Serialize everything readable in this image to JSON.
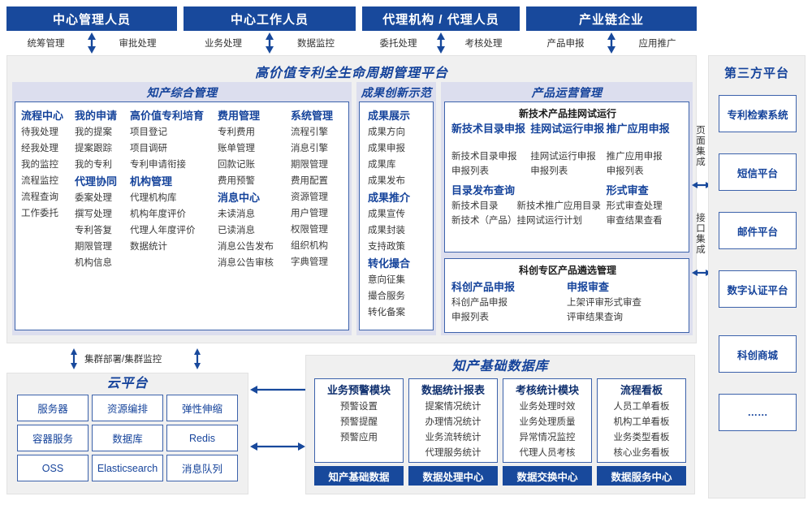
{
  "roles": [
    {
      "title": "中心管理人员",
      "sub_left": "统筹管理",
      "sub_right": "审批处理"
    },
    {
      "title": "中心工作人员",
      "sub_left": "业务处理",
      "sub_right": "数据监控"
    },
    {
      "title": "代理机构 / 代理人员",
      "sub_left": "委托处理",
      "sub_right": "考核处理"
    },
    {
      "title": "产业链企业",
      "sub_left": "产品申报",
      "sub_right": "应用推广"
    }
  ],
  "platform": {
    "title": "高价值专利全生命周期管理平台",
    "sections": {
      "ip": {
        "title": "知产综合管理",
        "columns": [
          {
            "groups": [
              {
                "cat": "流程中心",
                "items": [
                  "待我处理",
                  "经我处理",
                  "我的监控",
                  "流程监控",
                  "流程查询",
                  "工作委托"
                ]
              }
            ]
          },
          {
            "groups": [
              {
                "cat": "我的申请",
                "items": [
                  "我的提案",
                  "提案跟踪",
                  "我的专利"
                ]
              },
              {
                "cat": "代理协同",
                "items": [
                  "委案处理",
                  "撰写处理",
                  "专利答复",
                  "期限管理",
                  "机构信息"
                ]
              }
            ]
          },
          {
            "groups": [
              {
                "cat": "高价值专利培育",
                "items": [
                  "项目登记",
                  "项目调研",
                  "专利申请衔接"
                ]
              },
              {
                "cat": "机构管理",
                "items": [
                  "代理机构库",
                  "机构年度评价",
                  "代理人年度评价",
                  "数据统计"
                ]
              }
            ]
          },
          {
            "groups": [
              {
                "cat": "费用管理",
                "items": [
                  "专利费用",
                  "账单管理",
                  "回款记账",
                  "费用预警"
                ]
              },
              {
                "cat": "消息中心",
                "items": [
                  "未读消息",
                  "已读消息",
                  "消息公告发布",
                  "消息公告审核"
                ]
              }
            ]
          },
          {
            "groups": [
              {
                "cat": "系统管理",
                "items": [
                  "流程引擎",
                  "消息引擎",
                  "期限管理",
                  "费用配置",
                  "资源管理",
                  "用户管理",
                  "权限管理",
                  "组织机构",
                  "字典管理"
                ]
              }
            ]
          }
        ]
      },
      "achievement": {
        "title": "成果创新示范",
        "groups": [
          {
            "cat": "成果展示",
            "items": [
              "成果方向",
              "成果申报",
              "成果库",
              "成果发布"
            ]
          },
          {
            "cat": "成果推介",
            "items": [
              "成果宣传",
              "成果封装",
              "支持政策"
            ]
          },
          {
            "cat": "转化撮合",
            "items": [
              "意向征集",
              "撮合服务",
              "转化备案"
            ]
          }
        ]
      },
      "product_ops": {
        "title": "产品运营管理",
        "boxes": [
          {
            "head": "新技术产品挂网试运行",
            "row1": [
              {
                "cat": "新技术目录申报",
                "items": [
                  "新技术目录申报",
                  "申报列表"
                ]
              },
              {
                "cat": "挂网试运行申报",
                "items": [
                  "挂网试运行申报",
                  "申报列表"
                ]
              },
              {
                "cat": "推广应用申报",
                "items": [
                  "推广应用申报",
                  "申报列表"
                ]
              }
            ],
            "row2_left": {
              "cat": "目录发布查询",
              "items": [
                "新技术目录　　新技术推广应用目录",
                "新技术（产品）挂网试运行计划"
              ]
            },
            "row2_right": {
              "cat": "形式审查",
              "items": [
                "形式审查处理",
                "审查结果查看"
              ]
            }
          },
          {
            "head": "科创专区产品遴选管理",
            "row1": [
              {
                "cat": "科创产品申报",
                "items": [
                  "科创产品申报",
                  "申报列表"
                ]
              },
              {
                "cat": "申报审查",
                "items": [
                  "上架评审形式审查",
                  "评审结果查询"
                ]
              }
            ]
          }
        ]
      }
    }
  },
  "integration": {
    "page": "页面集成",
    "api": "接口集成"
  },
  "third_party": {
    "title": "第三方平台",
    "items": [
      "专利检索系统",
      "短信平台",
      "邮件平台",
      "数字认证平台",
      "科创商城",
      "……"
    ]
  },
  "cloud": {
    "cluster_label": "集群部署/集群监控",
    "title": "云平台",
    "cells": [
      "服务器",
      "资源编排",
      "弹性伸缩",
      "容器服务",
      "数据库",
      "Redis",
      "OSS",
      "Elasticsearch",
      "消息队列"
    ]
  },
  "database": {
    "title": "知产基础数据库",
    "columns": [
      {
        "title": "业务预警模块",
        "items": [
          "预警设置",
          "预警提醒",
          "预警应用"
        ],
        "foot": "知产基础数据"
      },
      {
        "title": "数据统计报表",
        "items": [
          "提案情况统计",
          "办理情况统计",
          "业务流转统计",
          "代理服务统计"
        ],
        "foot": "数据处理中心"
      },
      {
        "title": "考核统计模块",
        "items": [
          "业务处理时效",
          "业务处理质量",
          "异常情况监控",
          "代理人员考核"
        ],
        "foot": "数据交换中心"
      },
      {
        "title": "流程看板",
        "items": [
          "人员工单看板",
          "机构工单看板",
          "业务类型看板",
          "核心业务看板"
        ],
        "foot": "数据服务中心"
      }
    ]
  },
  "colors": {
    "navy": "#18499c",
    "accent_text": "#15439b",
    "panel_bg": "#dcdeee",
    "frame_bg": "#f0f0f0",
    "border": "#3c62ab"
  }
}
